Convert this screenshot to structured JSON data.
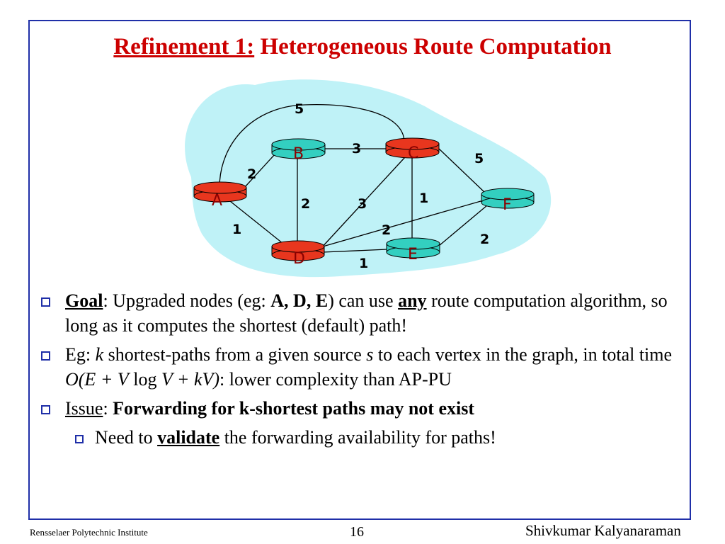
{
  "slide": {
    "title_prefix": "Refinement 1:",
    "title_rest": " Heterogeneous Route Computation"
  },
  "graph": {
    "colors": {
      "upgraded_node": "#e8361e",
      "legacy_node": "#33cfc0",
      "cloud": "#bff2f7",
      "frame": "#1f2fa8",
      "title": "#cc0000"
    },
    "nodes": [
      {
        "id": "A",
        "label": "A",
        "type": "upgraded"
      },
      {
        "id": "B",
        "label": "B",
        "type": "legacy"
      },
      {
        "id": "C",
        "label": "C",
        "type": "upgraded"
      },
      {
        "id": "D",
        "label": "D",
        "type": "upgraded"
      },
      {
        "id": "E",
        "label": "E",
        "type": "legacy"
      },
      {
        "id": "F",
        "label": "F",
        "type": "legacy"
      }
    ],
    "edges": [
      {
        "from": "A",
        "to": "C",
        "weight": "5"
      },
      {
        "from": "B",
        "to": "C",
        "weight": "3"
      },
      {
        "from": "C",
        "to": "F",
        "weight": "5"
      },
      {
        "from": "A",
        "to": "B",
        "weight": "2"
      },
      {
        "from": "B",
        "to": "D",
        "weight": "2"
      },
      {
        "from": "C",
        "to": "D",
        "weight": "3"
      },
      {
        "from": "C",
        "to": "E",
        "weight": "1"
      },
      {
        "from": "A",
        "to": "D",
        "weight": "1"
      },
      {
        "from": "D",
        "to": "F",
        "weight": "2"
      },
      {
        "from": "E",
        "to": "F",
        "weight": "2"
      },
      {
        "from": "D",
        "to": "E",
        "weight": "1"
      }
    ]
  },
  "bullets": {
    "b1": {
      "head": "Goal",
      "t1": ": Upgraded nodes (eg: ",
      "nodes": "A, D, E",
      "t2": ") can use ",
      "any": "any",
      "t3": " route computation algorithm, so long as it computes the shortest (default) path!"
    },
    "b2": {
      "t1": "Eg: ",
      "k": "k",
      "t2": " shortest-paths from a given source ",
      "s": "s",
      "t3": " to each vertex in the graph, in total time ",
      "formula": "O(E + V",
      "log": " log ",
      "formula2": "V + kV)",
      "t4": ": lower complexity than AP-PU"
    },
    "b3": {
      "head": "Issue",
      "colon": ": ",
      "bold": "Forwarding for k-shortest paths may not exist"
    },
    "sub1": {
      "t1": "Need to ",
      "validate": "validate",
      "t2": " the forwarding availability for paths!"
    }
  },
  "footer": {
    "left": "Rensselaer Polytechnic Institute",
    "page": "16",
    "right": "Shivkumar Kalyanaraman"
  }
}
